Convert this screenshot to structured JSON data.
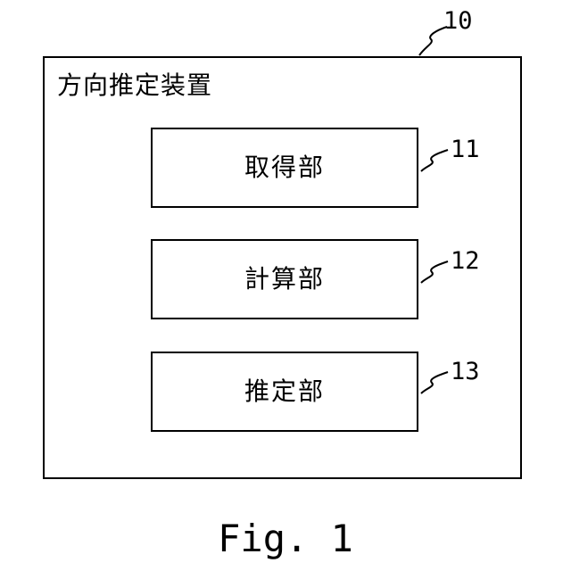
{
  "device": {
    "title": "方向推定装置",
    "ref": "10"
  },
  "units": [
    {
      "label": "取得部",
      "ref": "11"
    },
    {
      "label": "計算部",
      "ref": "12"
    },
    {
      "label": "推定部",
      "ref": "13"
    }
  ],
  "caption": "Fig. 1"
}
